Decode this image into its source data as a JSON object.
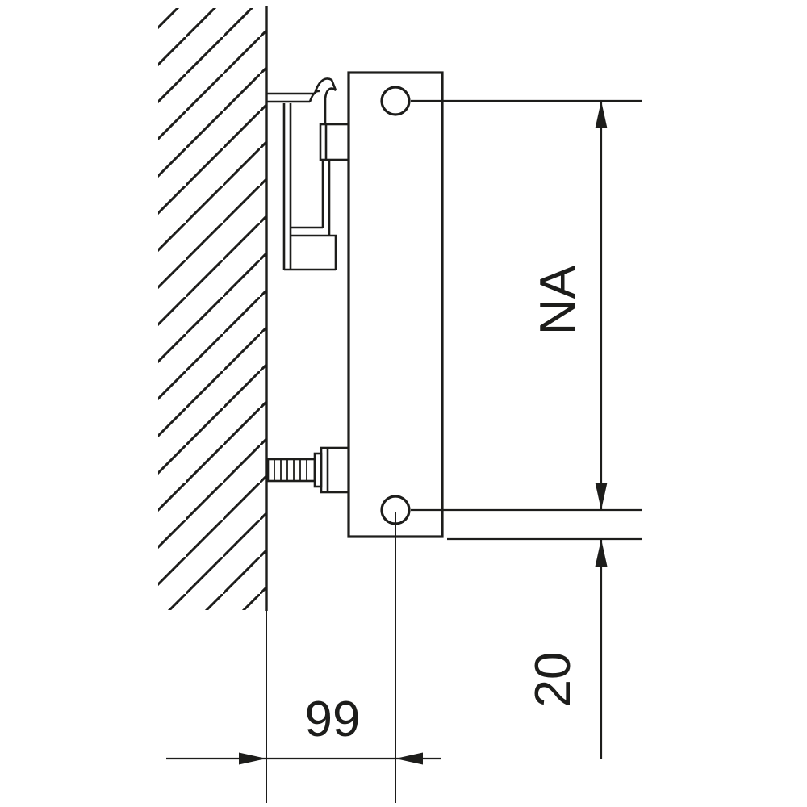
{
  "colors": {
    "line": "#1d1d1b",
    "background": "#ffffff"
  },
  "diagram": {
    "type": "technical-section-drawing",
    "labels": {
      "dim_vertical_main": "NA",
      "dim_wall_offset": "99",
      "dim_bottom_offset": "20"
    }
  }
}
